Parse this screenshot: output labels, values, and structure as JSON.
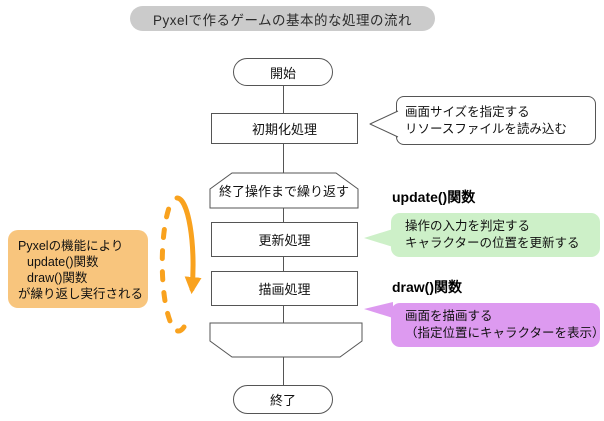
{
  "title": "Pyxelで作るゲームの基本的な処理の流れ",
  "flow": {
    "start": "開始",
    "init": "初期化処理",
    "loop_start": "終了操作まで繰り返す",
    "update": "更新処理",
    "draw": "描画処理",
    "end": "終了"
  },
  "notes": {
    "init": {
      "lines": [
        "画面サイズを指定する",
        "リソースファイルを読み込む"
      ]
    },
    "update": {
      "heading": "update()関数",
      "lines": [
        "操作の入力を判定する",
        "キャラクターの位置を更新する"
      ],
      "color": "#cdf0c8"
    },
    "draw": {
      "heading": "draw()関数",
      "lines": [
        "画面を描画する",
        "（指定位置にキャラクターを表示）"
      ],
      "color": "#dd9af0"
    },
    "loop": {
      "lines": [
        "Pyxelの機能により",
        "update()関数",
        "draw()関数",
        "が繰り返し実行される"
      ],
      "color": "#f8c57d"
    }
  },
  "colors": {
    "title_bg": "#cbcbcb",
    "shape_border": "#555555",
    "loop_arrow": "#f9a21e"
  }
}
